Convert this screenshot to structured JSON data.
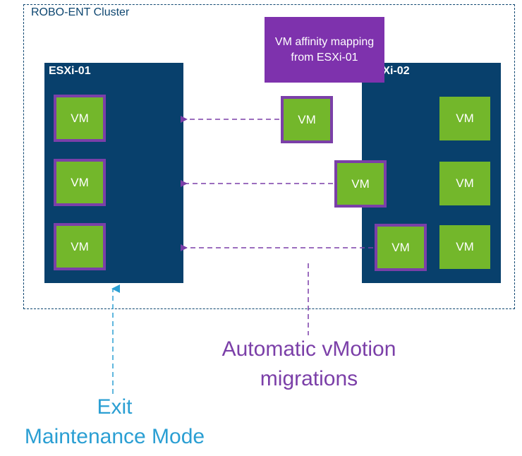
{
  "cluster": {
    "label": "ROBO-ENT Cluster"
  },
  "affinity_note": {
    "text": "VM affinity mapping from ESXi-01"
  },
  "hosts": [
    {
      "label": "ESXi-01",
      "vms": [
        "VM",
        "VM",
        "VM"
      ]
    },
    {
      "label": "ESXi-02",
      "vms": [
        "VM",
        "VM",
        "VM",
        "VM",
        "VM"
      ]
    }
  ],
  "migrating_vm": {
    "label": "VM"
  },
  "captions": {
    "vmotion_line1": "Automatic vMotion",
    "vmotion_line2": "migrations",
    "maintenance_line1": "Exit",
    "maintenance_line2": "Maintenance Mode"
  },
  "colors": {
    "host": "#08406c",
    "vm": "#73b72b",
    "affinity": "#7e32ad",
    "vmotion_arrow": "#7b3fa8",
    "maintenance_arrow": "#2b9fd3"
  }
}
